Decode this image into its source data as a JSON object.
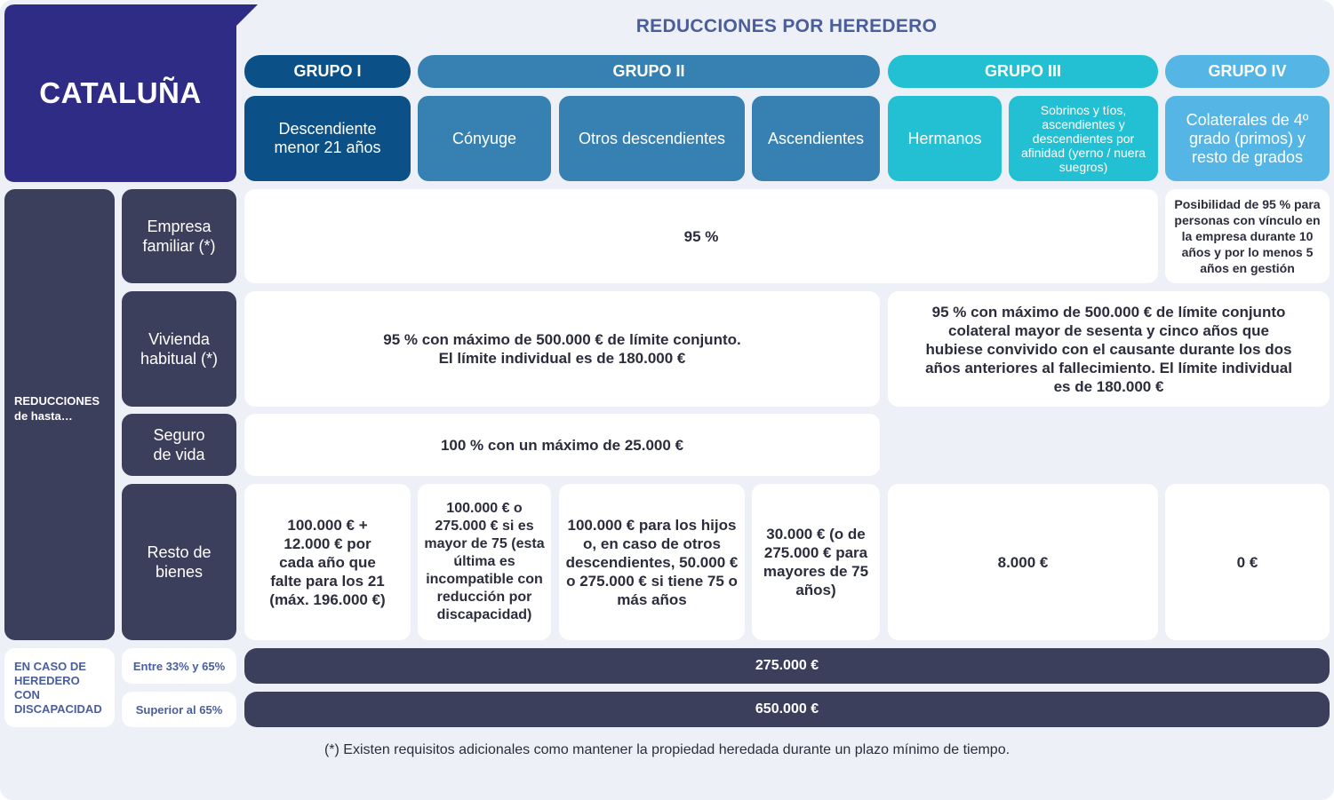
{
  "region": "CATALUÑA",
  "header_title": "REDUCCIONES POR HEREDERO",
  "groups": [
    {
      "label": "GRUPO I"
    },
    {
      "label": "GRUPO II"
    },
    {
      "label": "GRUPO III"
    },
    {
      "label": "GRUPO IV"
    }
  ],
  "subgroups": [
    {
      "label": "Descendiente menor 21 años"
    },
    {
      "label": "Cónyuge"
    },
    {
      "label": "Otros descendientes"
    },
    {
      "label": "Ascendientes"
    },
    {
      "label": "Hermanos"
    },
    {
      "label": "Sobrinos y tíos, ascendientes y descendientes por afinidad (yerno / nuera suegros)"
    },
    {
      "label": "Colaterales de 4º grado (primos) y resto de grados"
    }
  ],
  "left_label": {
    "line1": "REDUCCIONES",
    "line2": "de hasta…"
  },
  "rows": {
    "empresa": {
      "label": "Empresa familiar (*)",
      "main": "95 %",
      "grupo4": "Posibilidad de 95 % para personas con vínculo en la empresa durante 10 años y por lo menos 5 años en gestión"
    },
    "vivienda": {
      "label": "Vivienda habitual (*)",
      "main_line1": "95 % con máximo de 500.000 € de límite conjunto.",
      "main_line2": "El límite individual es de 180.000 €",
      "right": "95 % con máximo de 500.000 € de límite conjunto colateral mayor de sesenta y cinco años que hubiese convivido con el causante durante los dos años anteriores al fallecimiento. El límite individual es de 180.000 €"
    },
    "seguro": {
      "label": "Seguro de vida",
      "main": "100 % con un máximo de 25.000 €"
    },
    "resto": {
      "label": "Resto de bienes",
      "g1": "100.000 € + 12.000 € por cada año que falte para los 21 (máx. 196.000 €)",
      "conyuge": "100.000 € o 275.000 € si es mayor de 75 (esta última es incompatible con reducción por discapacidad)",
      "otros": "100.000 € para los hijos o, en caso de otros descendientes, 50.000 € o 275.000 € si tiene 75 o más años",
      "ascendientes": "30.000 € (o de 275.000 € para mayores de 75 años)",
      "g3": "8.000 €",
      "g4": "0 €"
    }
  },
  "discapacidad": {
    "label_lines": [
      "EN CASO DE",
      "HEREDERO",
      "CON",
      "DISCAPACIDAD"
    ],
    "tiers": [
      {
        "label": "Entre 33% y 65%",
        "value": "275.000 €"
      },
      {
        "label": "Superior al 65%",
        "value": "650.000 €"
      }
    ]
  },
  "footnote": "(*) Existen requisitos adicionales como mantener la propiedad heredada durante un plazo mínimo de tiempo.",
  "colors": {
    "navy": "#2e2c84",
    "grupo1": "#0b5086",
    "grupo2": "#3780b2",
    "grupo3": "#22c0d2",
    "grupo4": "#55b5e4",
    "label_dark": "#3b3f5c",
    "accent_text": "#4a5e9c"
  }
}
